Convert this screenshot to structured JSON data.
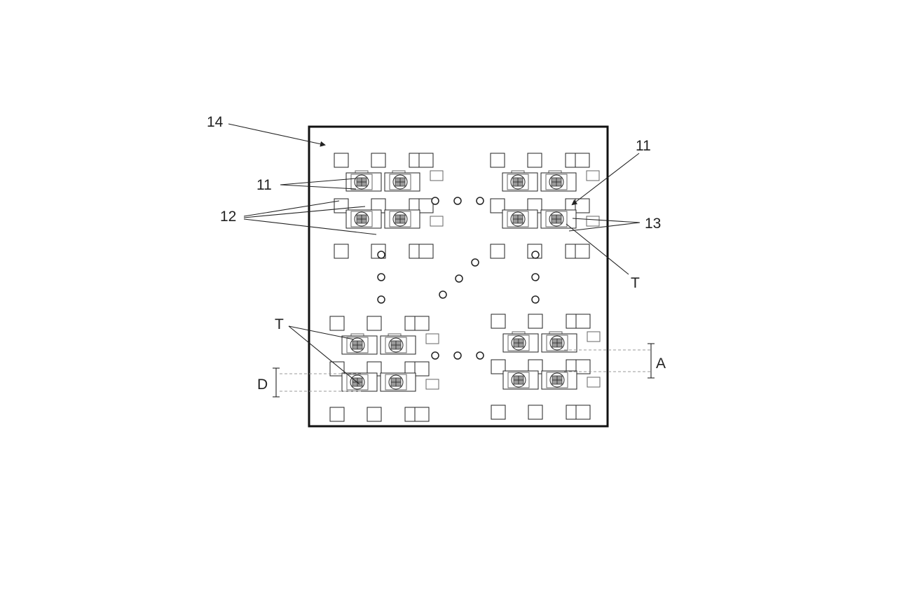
{
  "diagram": {
    "labels": {
      "substrate": "14",
      "die_left": "11",
      "die_right": "11",
      "pad": "12",
      "contact": "13",
      "test_right": "T",
      "test_left": "T",
      "spacing_d": "D",
      "spacing_a": "A"
    },
    "groups": [
      "top-left",
      "top-right",
      "bottom-left",
      "bottom-right"
    ],
    "dots_per_path": 3
  }
}
